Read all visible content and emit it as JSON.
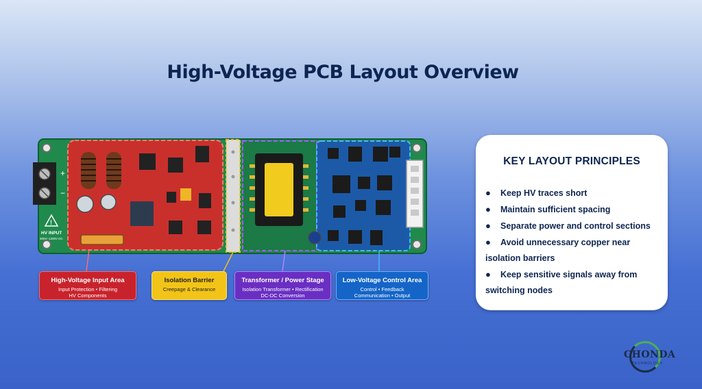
{
  "title": "High-Voltage PCB Layout Overview",
  "board": {
    "terminal_plus": "+",
    "terminal_minus": "−",
    "hv_input_label": "HV INPUT",
    "hv_input_range": "300V–1200V DC"
  },
  "callouts": [
    {
      "heading": "High-Voltage Input Area",
      "lines": [
        "Input Protection • Filtering",
        "HV Components"
      ],
      "color": "#c8232c"
    },
    {
      "heading": "Isolation Barrier",
      "lines": [
        "Creepage & Clearance"
      ],
      "color": "#f2c417"
    },
    {
      "heading": "Transformer / Power Stage",
      "lines": [
        "Isolation Transformer • Rectification",
        "DC-DC Conversion"
      ],
      "color": "#6a2fc2"
    },
    {
      "heading": "Low-Voltage Control Area",
      "lines": [
        "Control • Feedback",
        "Communication • Output"
      ],
      "color": "#1565c8"
    }
  ],
  "principles": {
    "heading": "KEY LAYOUT PRINCIPLES",
    "items": [
      "Keep HV traces short",
      "Maintain sufficient spacing",
      "Separate power and control sections",
      "Avoid unnecessary copper near isolation barriers",
      "Keep sensitive signals away from switching nodes"
    ]
  },
  "logo": {
    "name": "CHONDA",
    "sub": "TECHNOLOGY"
  }
}
